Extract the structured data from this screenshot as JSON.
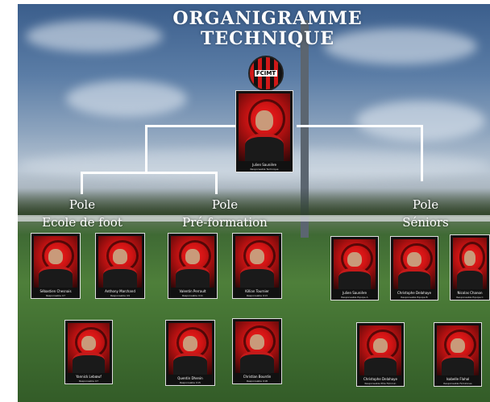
{
  "title": {
    "line1": "ORGANIGRAMME",
    "line2": "TECHNIQUE"
  },
  "logo": {
    "text": "FCIMT",
    "icon": "club-crest-icon"
  },
  "poles": [
    {
      "line1": "Pole",
      "line2": "Ecole de foot"
    },
    {
      "line1": "Pole",
      "line2": "Pré-formation"
    },
    {
      "line1": "Pole",
      "line2": "Séniors"
    }
  ],
  "colors": {
    "accent": "#d01818",
    "card_bg": "#111111",
    "line": "#ffffff"
  },
  "staff": {
    "director": {
      "name": "Julien Saunière",
      "role": "Responsable Technique"
    },
    "row1": [
      {
        "name": "Sébastien Chesnais",
        "role": "Responsable U7"
      },
      {
        "name": "Anthony Marchand",
        "role": "Responsable U9"
      },
      {
        "name": "Valentin Perrault",
        "role": "Responsable U11"
      },
      {
        "name": "Killian Tournier",
        "role": "Responsable U13"
      },
      {
        "name": "Julien Saunière",
        "role": "Responsable Equipe A"
      },
      {
        "name": "Christophe Delahaye",
        "role": "Responsable Equipe B"
      },
      {
        "name": "Nicolas Chanon",
        "role": "Responsable Equipe C"
      }
    ],
    "row2": [
      {
        "name": "Yannick Lebœuf",
        "role": "Responsable U7"
      },
      {
        "name": "Quentin Dhenin",
        "role": "Responsable U15"
      },
      {
        "name": "Christian Bourdin",
        "role": "Responsable U18"
      },
      {
        "name": "Christophe Delahaye",
        "role": "Responsable Pôle Féminin"
      },
      {
        "name": "Isabelle Flahal",
        "role": "Responsable Féminines"
      }
    ]
  }
}
